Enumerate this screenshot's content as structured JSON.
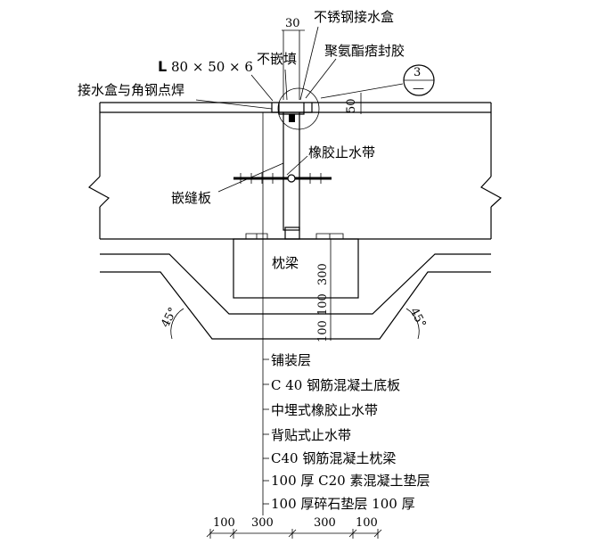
{
  "labels": {
    "dim_30": "30",
    "stainless_box": "不锈钢接水盒",
    "angle_steel_bold": "L",
    "angle_steel": "80 × 50 × 6",
    "no_fill": "不嵌填",
    "sealant": "聚氨酯痞封胶",
    "weld": "接水盒与角钢点焊",
    "detail_num": "3",
    "detail_sub": "—",
    "dim_50": "50",
    "rubber_stop": "橡胶止水带",
    "joint_board": "嵌缝板",
    "sleeper": "枕梁",
    "dim_300_v": "300",
    "dim_100_v1": "100",
    "dim_100_v2": "100",
    "angle_left": "45°",
    "angle_right": "45°"
  },
  "layers": [
    "铺装层",
    "C 40 钢筋混凝土底板",
    "中埋式橡胶止水带",
    "背贴式止水带",
    "C40 钢筋混凝土枕梁",
    "100 厚 C20 素混凝土垫层",
    "100 厚碎石垫层 100 厚"
  ],
  "bottom_dims": [
    "100",
    "300",
    "300",
    "100"
  ]
}
